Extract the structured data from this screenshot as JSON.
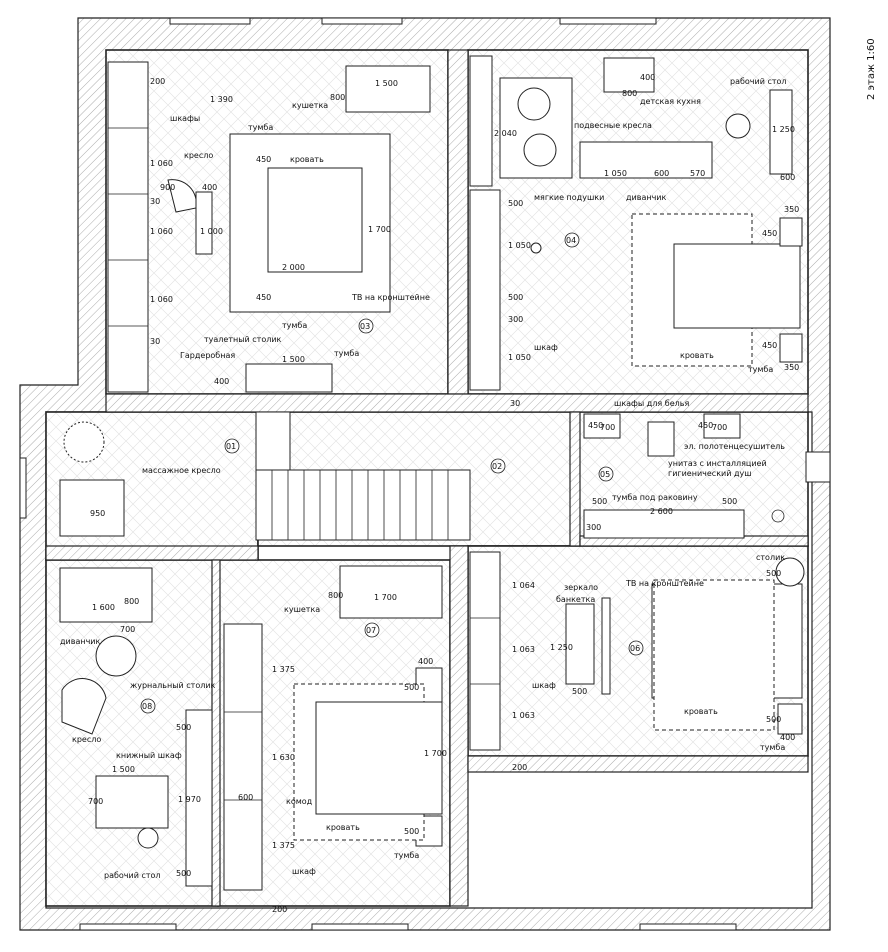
{
  "sheet": {
    "title": "2 этаж 1:60"
  },
  "rooms": {
    "r01": "01",
    "r02": "02",
    "r03": "03",
    "r04": "04",
    "r05": "05",
    "r06": "06",
    "r07": "07",
    "r08": "08"
  },
  "labels": {
    "wardrobes": "шкафы",
    "armchair": "кресло",
    "couch_top": "кушетка",
    "nightstand": "тумба",
    "bed": "кровать",
    "tv_bracket": "ТВ на кронштейне",
    "dressing_table": "туалетный столик",
    "dressing_room": "Гардеробная",
    "hanging_chairs": "подвесные кресла",
    "kids_kitchen": "детская кухня",
    "work_desk": "рабочий стол",
    "sofa_small": "диванчик",
    "soft_pillows": "мягкие подушки",
    "cabinet": "шкаф",
    "linen_cabinets": "шкафы для белья",
    "towel_dryer": "эл. полотенцесушитель",
    "toilet": "унитаз с инсталляцией",
    "hygienic_shower": "гигиенический душ",
    "sink_stand": "тумба под раковину",
    "massage_chair": "массажное кресло",
    "side_table": "столик",
    "mirror": "зеркало",
    "bench": "банкетка",
    "coffee_table": "журнальный столик",
    "bookcase": "книжный шкаф",
    "dresser": "комод"
  },
  "dims": {
    "d1500": "1 500",
    "d800": "800",
    "d1390": "1 390",
    "d200": "200",
    "d1060": "1 060",
    "d30": "30",
    "d450": "450",
    "d400": "400",
    "d900": "900",
    "d1000": "1 000",
    "d1700": "1 700",
    "d2000": "2 000",
    "d2040": "2 040",
    "d1050": "1 050",
    "d600": "600",
    "d570": "570",
    "d1250": "1 250",
    "d500": "500",
    "d350": "350",
    "d300": "300",
    "d700": "700",
    "d2600": "2 600",
    "d950": "950",
    "d1600": "1 600",
    "d1064": "1 064",
    "d1063": "1 063",
    "d1375": "1 375",
    "d1630": "1 630",
    "d1970": "1 970"
  }
}
